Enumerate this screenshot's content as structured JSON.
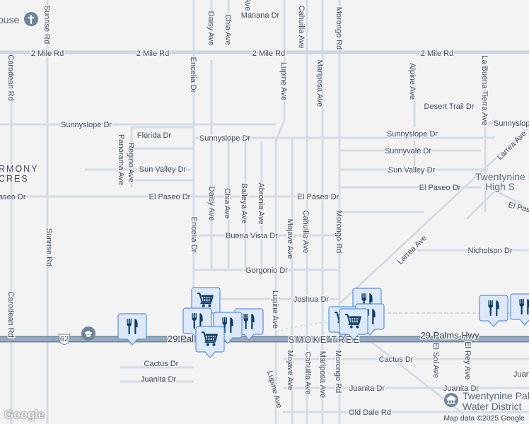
{
  "map": {
    "attribution": "Map data ©2025 Google",
    "logo": "Google",
    "colors": {
      "background": "#f4f3f4",
      "road": "#d3dce5",
      "highway": "#8ea2b7",
      "marker_fill": "#dde8fb",
      "marker_border": "#5b8fd9",
      "marker_icon": "#0b3d63"
    },
    "places": {
      "church": "ouse",
      "harmony1": "RMONY",
      "harmony2": "CRES",
      "school1": "Twentynine P",
      "school2": "High S",
      "water1": "Twentynine Pal",
      "water2": "Water District",
      "smoke_tree": "SMOKE TREE"
    },
    "highway_route": "62",
    "streets": {
      "two_mile": "2 Mile Rd",
      "manana": "Manana Dr",
      "desert_trail": "Desert Trail Dr",
      "sunnyslope": "Sunnyslope Dr",
      "florida": "Florida Dr",
      "sunnyvale": "Sunnyvale Dr",
      "sun_valley": "Sun Valley Dr",
      "el_paseo": "El Paseo Dr",
      "el_paseo_partial": "aseo Dr",
      "el_paso": "El Pas",
      "buena_vista": "Buena Vista Dr",
      "nicholson": "Nicholson Dr",
      "gorgonio": "Gorgonio Dr",
      "joshua": "Joshua Dr",
      "hwy_partial": "29 Pal",
      "hwy": "29 Palms Hwy",
      "cactus": "Cactus Dr",
      "juanita": "Juanita Dr",
      "juan_partial": "Juan",
      "old_dale": "Old Dale Rd",
      "sunrise": "Sunrise Rd",
      "carodean": "Carodean Rd",
      "daisy": "Daisy Ave",
      "chia": "Chia Ave",
      "ave_partial": "Ave",
      "cahuilla": "Cahuilla Ave",
      "morongo": "Morongo Rd",
      "lupine": "Lupine Ave",
      "mariposa": "Mariposa Ave",
      "encelia": "Encelia Dr",
      "panorama": "Panorama Ave",
      "regino": "Regino Ave",
      "baileya": "Baileya Ave",
      "abronia": "Abronia Ave",
      "mojave": "Mojave Ave",
      "alpine": "Alpine Ave",
      "la_buena_tierra": "La Buena Tierra Ave",
      "larrea": "Larrea Ave",
      "el_sol": "El Sol Ave",
      "el_rey": "El Rey Ave"
    }
  }
}
